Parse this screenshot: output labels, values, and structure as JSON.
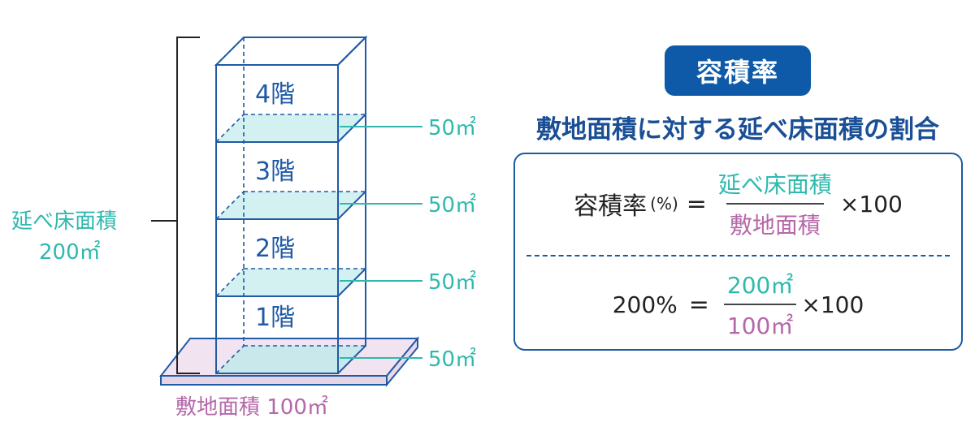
{
  "diagram": {
    "floors": [
      {
        "label": "4階",
        "area": "50㎡"
      },
      {
        "label": "3階",
        "area": "50㎡"
      },
      {
        "label": "2階",
        "area": "50㎡"
      },
      {
        "label": "1階",
        "area": "50㎡"
      }
    ],
    "total_floor_area": {
      "title": "延べ床面積",
      "value": "200㎡"
    },
    "site_area": {
      "text": "敷地面積 100㎡"
    }
  },
  "explanation": {
    "badge": "容積率",
    "subtitle": "敷地面積に対する延べ床面積の割合",
    "formula": {
      "lhs": "容積率",
      "unit": "(%)",
      "equals": "=",
      "numerator": "延べ床面積",
      "denominator": "敷地面積",
      "multiplier": "×100"
    },
    "example": {
      "lhs": "200%",
      "equals": "=",
      "numerator": "200㎡",
      "denominator": "100㎡",
      "multiplier": "×100"
    }
  },
  "colors": {
    "building_line": "#1f5aa6",
    "floor_fill": "#d3f1f0",
    "site_fill": "#f1e3ef",
    "accent_teal": "#2fb9ae",
    "accent_pink": "#b567a8",
    "badge_blue": "#0e5aa8"
  }
}
